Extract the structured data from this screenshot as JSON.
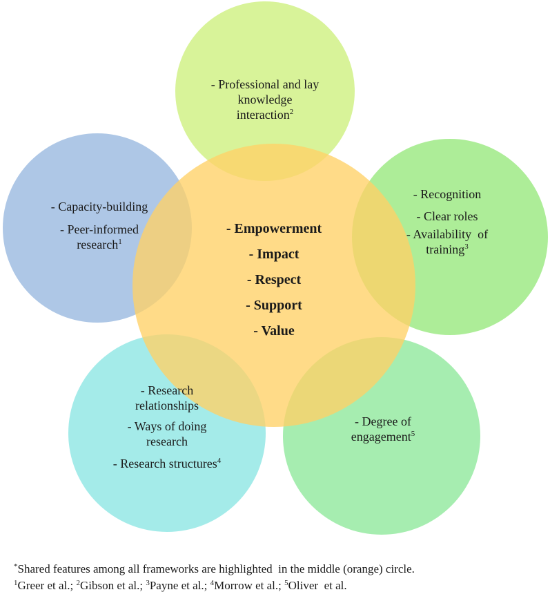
{
  "circles": [
    {
      "id": "top",
      "fill": "#cdf07c"
    },
    {
      "id": "left",
      "fill": "#8fb2dd"
    },
    {
      "id": "right",
      "fill": "#8ee670"
    },
    {
      "id": "bottom-left",
      "fill": "#7ee3e0"
    },
    {
      "id": "bottom-right",
      "fill": "#84e692"
    },
    {
      "id": "center",
      "fill": "#ffd166"
    }
  ],
  "top": {
    "line1": "- Professional and lay",
    "line2": "knowledge",
    "line3": "interaction",
    "sup": "2"
  },
  "left": {
    "line1": "- Capacity-building",
    "line2": "- Peer-informed",
    "line3": "research",
    "sup": "1"
  },
  "right": {
    "line1": "- Recognition",
    "line2": "- Clear roles",
    "line3": "- Availability  of",
    "line4": "training",
    "sup": "3"
  },
  "center": {
    "items": [
      "- Empowerment",
      "- Impact",
      "- Respect",
      "- Support",
      "- Value"
    ]
  },
  "bottom_left": {
    "line1": "- Research",
    "line2": "relationships",
    "line3": "- Ways of doing",
    "line4": "research",
    "line5": "- Research structures",
    "sup": "4"
  },
  "bottom_right": {
    "line1": "- Degree of",
    "line2": "engagement",
    "sup": "5"
  },
  "footnote": {
    "line1_mark": "*",
    "line1_text": "Shared features among all frameworks are highlighted  in the middle (orange) circle.",
    "refs": [
      {
        "sup": "1",
        "text": "Greer et al.; "
      },
      {
        "sup": "2",
        "text": "Gibson et al.; "
      },
      {
        "sup": "3",
        "text": "Payne et al.; "
      },
      {
        "sup": "4",
        "text": "Morrow et al.; "
      },
      {
        "sup": "5",
        "text": "Oliver  et al."
      }
    ]
  }
}
